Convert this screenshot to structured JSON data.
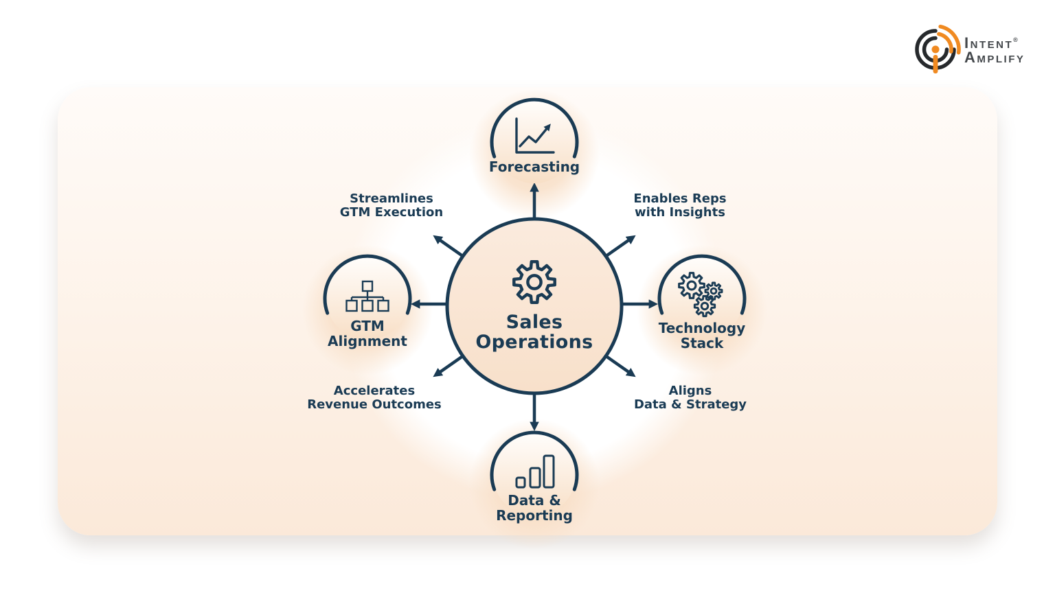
{
  "brand": {
    "name_line1": "Intent",
    "name_line2": "Amplify",
    "registered_mark": "®",
    "icon": "intent-amplify-radar-icon",
    "colors": {
      "orange": "#F08A21",
      "dark": "#26292C",
      "text": "#43474B"
    }
  },
  "diagram": {
    "center": {
      "title_line1": "Sales",
      "title_line2": "Operations",
      "icon": "gear-icon"
    },
    "nodes": [
      {
        "label_line1": "Forecasting",
        "label_line2": "",
        "icon": "line-chart-icon",
        "position": "top"
      },
      {
        "label_line1": "Technology",
        "label_line2": "Stack",
        "icon": "gears-icon",
        "position": "right"
      },
      {
        "label_line1": "Data &",
        "label_line2": "Reporting",
        "icon": "bar-chart-icon",
        "position": "bottom"
      },
      {
        "label_line1": "GTM",
        "label_line2": "Alignment",
        "icon": "org-chart-icon",
        "position": "left"
      }
    ],
    "benefits": [
      {
        "line1": "Streamlines",
        "line2": "GTM Execution",
        "position": "top-left"
      },
      {
        "line1": "Enables Reps",
        "line2": "with Insights",
        "position": "top-right"
      },
      {
        "line1": "Accelerates",
        "line2": "Revenue Outcomes",
        "position": "bottom-left"
      },
      {
        "line1": "Aligns",
        "line2": "Data & Strategy",
        "position": "bottom-right"
      }
    ],
    "colors": {
      "navy": "#1A3B54",
      "peach_fill": "#FAE5D3",
      "white_circle": "#FFFFFF",
      "card_top": "#FFFBF8",
      "card_bottom": "#FBE9D9"
    }
  }
}
